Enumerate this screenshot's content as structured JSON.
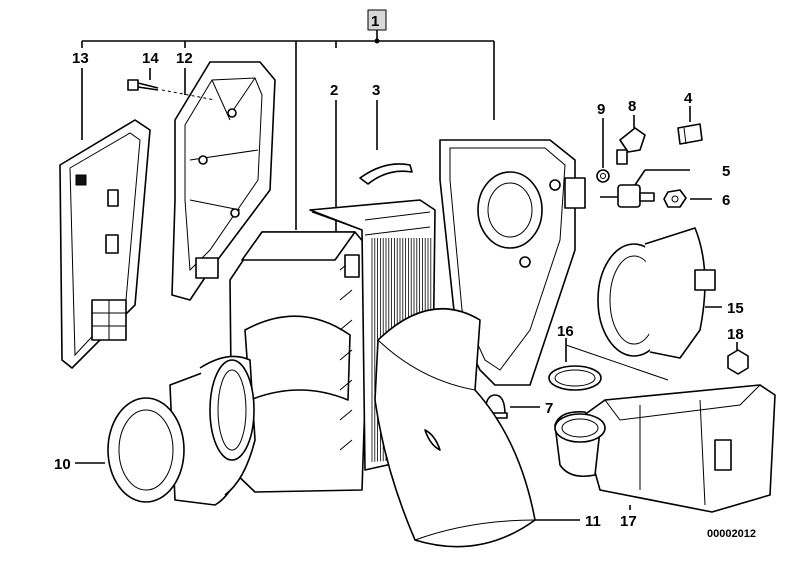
{
  "diagram_code": "00002012",
  "callouts": {
    "c1": "1",
    "c2": "2",
    "c3": "3",
    "c4": "4",
    "c5": "5",
    "c6": "6",
    "c7": "7",
    "c8": "8",
    "c9": "9",
    "c10": "10",
    "c11": "11",
    "c12": "12",
    "c13": "13",
    "c14": "14",
    "c15": "15",
    "c16": "16",
    "c17": "17",
    "c18": "18"
  }
}
